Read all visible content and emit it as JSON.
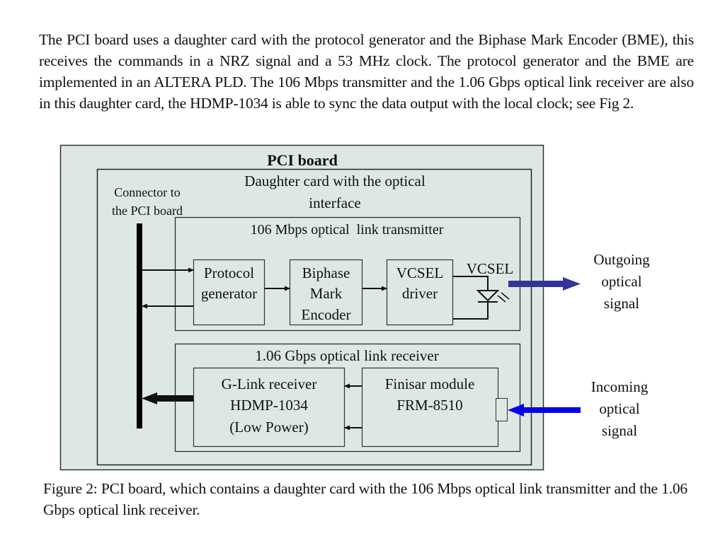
{
  "paragraph": "The PCI board uses a daughter card with the protocol generator and the Biphase Mark Encoder (BME), this receives the commands in a NRZ signal and a 53 MHz clock. The protocol generator and the BME are implemented in an ALTERA PLD. The 106 Mbps transmitter and the 1.06 Gbps optical link receiver are also in this daughter card, the HDMP-1034 is able to sync the data output with the local clock; see Fig 2.",
  "diagram": {
    "pci_board_title": "PCI board",
    "daughter_card_title": [
      "Daughter card with the optical",
      "interface"
    ],
    "connector_label": [
      "Connector to",
      "the PCI board"
    ],
    "transmitter_title": "106 Mbps optical  link transmitter",
    "protocol_generator": [
      "Protocol",
      "generator"
    ],
    "bme": [
      "Biphase",
      "Mark",
      "Encoder"
    ],
    "vcsel_driver": [
      "VCSEL",
      "driver"
    ],
    "vcsel_label": "VCSEL",
    "outgoing_label": [
      "Outgoing",
      "optical",
      "signal"
    ],
    "receiver_title": "1.06 Gbps optical link receiver",
    "glink_receiver": [
      "G-Link receiver",
      "HDMP-1034",
      "(Low Power)"
    ],
    "finisar_module": [
      "Finisar module",
      "FRM-8510"
    ],
    "incoming_label": [
      "Incoming",
      "optical",
      "signal"
    ],
    "colors": {
      "board_fill": "#dde8e3",
      "outgoing_arrow": "#333399",
      "incoming_arrow": "#0000ee"
    }
  },
  "caption": "Figure 2: PCI board, which contains a daughter card with the 106 Mbps optical link transmitter and the 1.06 Gbps optical link receiver."
}
